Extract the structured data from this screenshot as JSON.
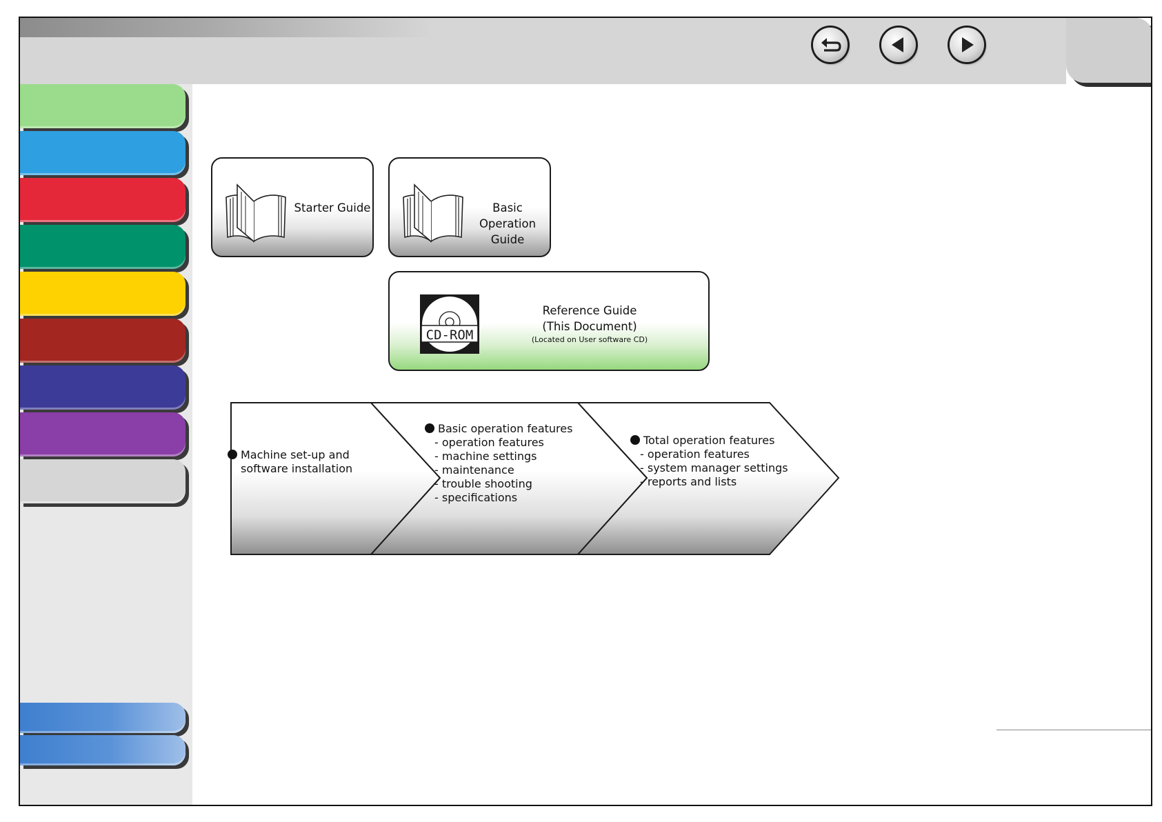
{
  "toolbar": {
    "buttons": [
      {
        "name": "back-button",
        "icon": "return-arrow-icon"
      },
      {
        "name": "previous-page-button",
        "icon": "triangle-left-icon"
      },
      {
        "name": "next-page-button",
        "icon": "triangle-right-icon"
      }
    ]
  },
  "sidebar": {
    "tabs": [
      {
        "color": "#9bdc8c"
      },
      {
        "color": "#2e9fe0"
      },
      {
        "color": "#e4283a"
      },
      {
        "color": "#00926b"
      },
      {
        "color": "#fdd200"
      },
      {
        "color": "#a32621"
      },
      {
        "color": "#3d3b98"
      },
      {
        "color": "#8a3ea7"
      },
      {
        "color": "#d6d6d6"
      }
    ],
    "bottom_tabs": [
      {
        "color": "#5b93d8"
      },
      {
        "color": "#5b93d8"
      }
    ]
  },
  "guides": {
    "starter": {
      "label": "Starter Guide",
      "icon": "open-book-icon"
    },
    "basic": {
      "label_line1": "Basic Operation",
      "label_line2": "Guide",
      "icon": "open-book-icon"
    },
    "reference": {
      "line1": "Reference Guide",
      "line2": "(This Document)",
      "line3": "(Located on User software CD)",
      "icon": "cd-rom-icon",
      "icon_text": "CD-ROM"
    }
  },
  "flow": {
    "starter": {
      "line1": "Machine set-up and",
      "line2": "software installation"
    },
    "basic": {
      "title": "Basic operation features",
      "items": [
        "- operation features",
        "- machine settings",
        "- maintenance",
        "- trouble shooting",
        "- specifications"
      ]
    },
    "reference": {
      "title": "Total operation features",
      "items": [
        "- operation features",
        "- system manager settings",
        "- reports and lists"
      ]
    }
  }
}
